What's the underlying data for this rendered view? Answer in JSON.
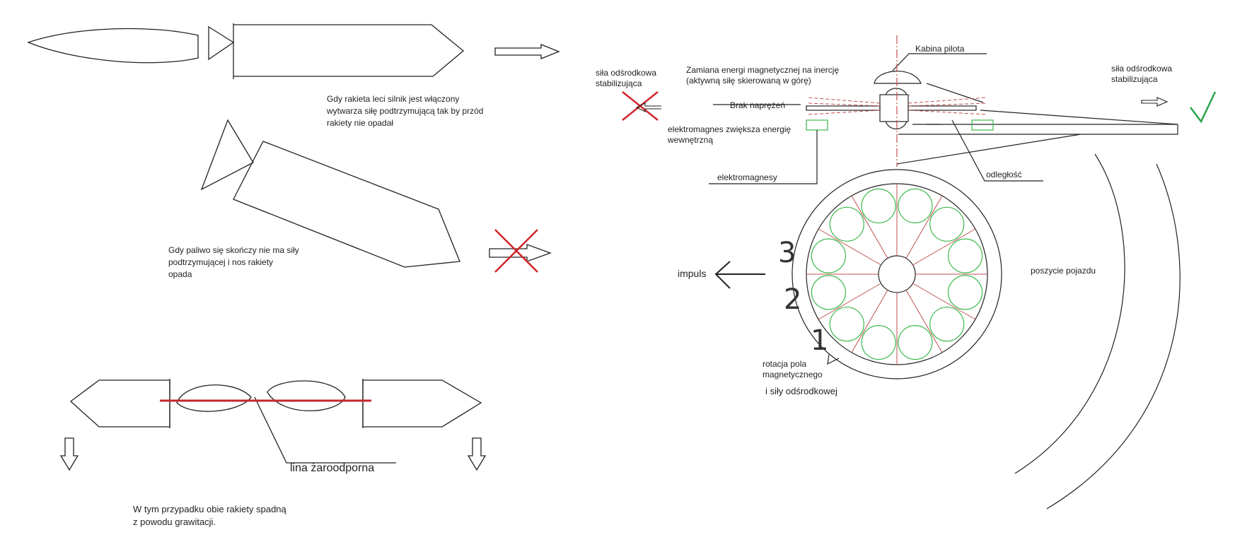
{
  "left": {
    "note_flight": [
      "Gdy rakieta leci silnik jest włączony",
      "wytwarza siłę podtrzymującą tak by przód",
      "rakiety nie opadał"
    ],
    "note_no_fuel": [
      "Gdy paliwo się skończy nie ma siły",
      "podtrzymującej i nos rakiety",
      "opada"
    ],
    "rope_label": "lina żaroodporna",
    "note_gravity": [
      "W tym przypadku obie rakiety spadną",
      "z powodu grawitacji."
    ]
  },
  "right": {
    "centrifugal_left": [
      "siła odśrodkowa",
      "stabilizująca"
    ],
    "centrifugal_right": [
      "siła odśrodkowa",
      "stabilizująca"
    ],
    "cockpit": "Kabina pilota",
    "conversion": [
      "Zamiana energi magnetycznej na inercję",
      "(aktywną siłę skierowaną w górę)"
    ],
    "no_stress": "Brak naprężeń",
    "electromagnet_energy": [
      "elektromagnes zwiększa energię",
      "wewnętrzną"
    ],
    "electromagnets": "elektromagnesy",
    "distance": "odległość",
    "hull": "poszycie pojazdu",
    "impulse": "impuls",
    "numbers": [
      "3",
      "2",
      "1"
    ],
    "rotation": [
      "rotacja pola",
      "magnetycznego"
    ],
    "centrifugal_force": "i siły odśrodkowej"
  },
  "colors": {
    "line": "#222222",
    "cross": "#d0242a",
    "check": "#2aa44a",
    "coil": "#3cb84a",
    "rope": "#c0282c",
    "dash": "#c05050"
  }
}
